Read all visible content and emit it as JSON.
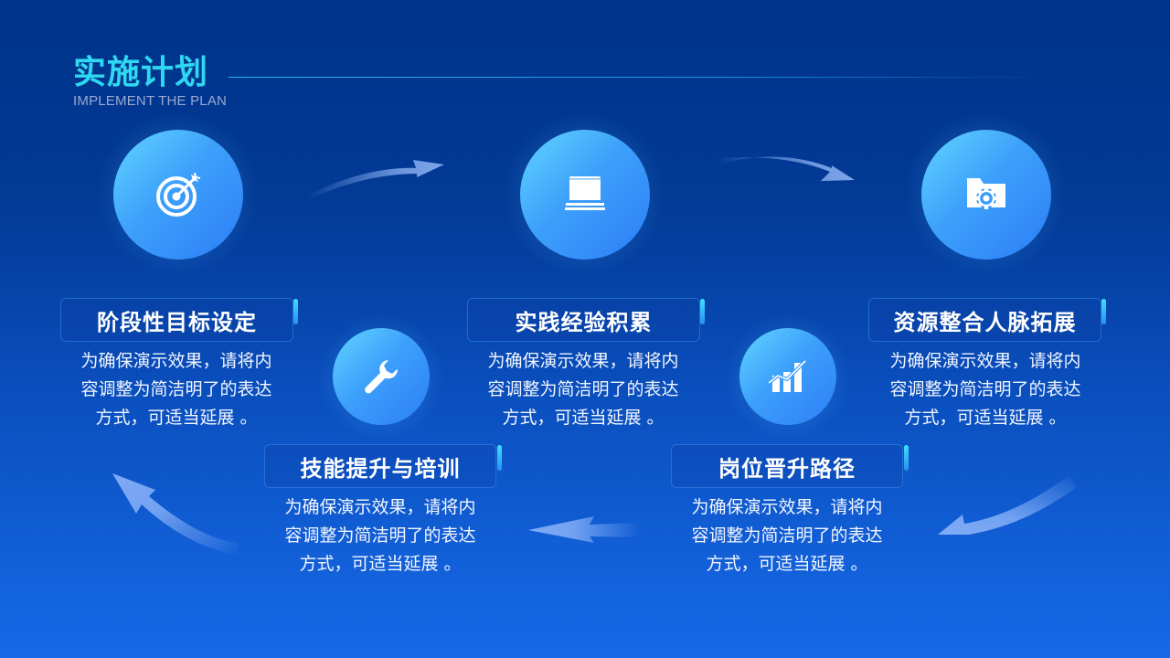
{
  "header": {
    "title": "实施计划",
    "subtitle": "IMPLEMENT THE PLAN"
  },
  "colors": {
    "title": "#2fd8f0",
    "bg_top": "#00338a",
    "bg_bottom": "#1769e8",
    "bubble_light": "#62d6ff",
    "bubble_dark": "#2c7ef6",
    "accent_bar": "#3ee0ff"
  },
  "steps": [
    {
      "title": "阶段性目标设定",
      "icon": "target-icon",
      "desc_lines": [
        "为确保演示效果，请将内",
        "容调整为简洁明了的表达",
        "方式，可适当延展 。"
      ]
    },
    {
      "title": "技能提升与培训",
      "icon": "wrench-icon",
      "desc_lines": [
        "为确保演示效果，请将内",
        "容调整为简洁明了的表达",
        "方式，可适当延展 。"
      ]
    },
    {
      "title": "实践经验积累",
      "icon": "laptop-icon",
      "desc_lines": [
        "为确保演示效果，请将内",
        "容调整为简洁明了的表达",
        "方式，可适当延展 。"
      ]
    },
    {
      "title": "岗位晋升路径",
      "icon": "growth-chart-icon",
      "desc_lines": [
        "为确保演示效果，请将内",
        "容调整为简洁明了的表达",
        "方式，可适当延展 。"
      ]
    },
    {
      "title": "资源整合人脉拓展",
      "icon": "folder-gear-icon",
      "desc_lines": [
        "为确保演示效果，请将内",
        "容调整为简洁明了的表达",
        "方式，可适当延展 。"
      ]
    }
  ]
}
